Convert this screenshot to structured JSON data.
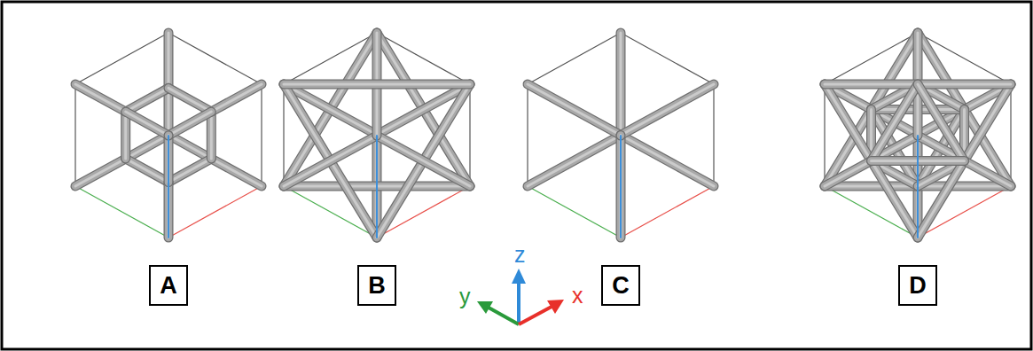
{
  "diagram": {
    "nodes": [
      {
        "text": [
          "A"
        ]
      },
      {
        "text": [
          "B"
        ]
      },
      {
        "text": [
          "C"
        ]
      },
      {
        "text": [
          "D"
        ]
      }
    ],
    "labels": [
      "z",
      "y",
      "x"
    ]
  }
}
